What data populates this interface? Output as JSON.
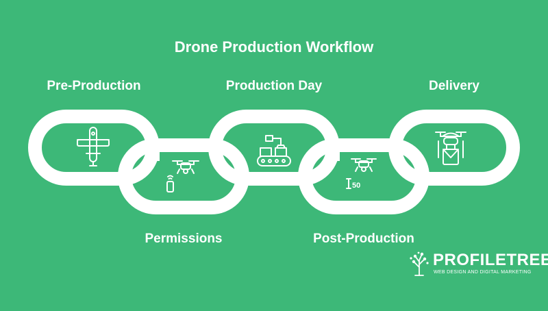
{
  "title": "Drone Production Workflow",
  "steps": [
    {
      "label": "Pre-Production",
      "icon": "fixed-wing-drone-icon"
    },
    {
      "label": "Permissions",
      "icon": "drone-phone-icon"
    },
    {
      "label": "Production Day",
      "icon": "conveyor-assembly-icon"
    },
    {
      "label": "Post-Production",
      "icon": "drone-altitude-icon"
    },
    {
      "label": "Delivery",
      "icon": "delivery-drone-icon"
    }
  ],
  "altitude_value": "50",
  "logo": {
    "name": "PROFILETREE",
    "tagline": "WEB DESIGN AND DIGITAL MARKETING"
  },
  "colors": {
    "background": "#3db878",
    "chain": "#ffffff"
  }
}
